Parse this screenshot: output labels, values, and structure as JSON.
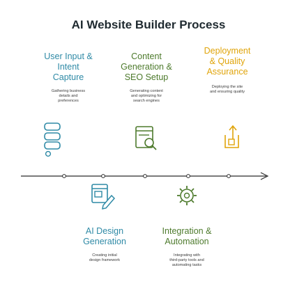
{
  "title": {
    "part1": "AI Websi",
    "part2": "te Builder Process"
  },
  "steps_top": [
    {
      "head": [
        "User Input &",
        "Intent",
        "Capture"
      ],
      "desc": [
        "Gathering business",
        "details and",
        "preferences"
      ],
      "icon": "form-fields-icon",
      "color": "#2f8aa6"
    },
    {
      "head": [
        "Content",
        "Generation &",
        "SEO Setup"
      ],
      "desc": [
        "Generating content",
        "and optimizing for",
        "search engines"
      ],
      "icon": "document-search-icon",
      "color": "#4d7a2c"
    },
    {
      "head": [
        "Deployment",
        "& Quality",
        "Assurance"
      ],
      "desc": [
        "Deploying the site",
        "and ensuring quality"
      ],
      "icon": "upload-document-icon",
      "color": "#e0a40a"
    }
  ],
  "steps_bottom": [
    {
      "head": [
        "AI Design",
        "Generation"
      ],
      "desc": [
        "Creating initial",
        "design framework"
      ],
      "icon": "design-pencil-icon",
      "color": "#2f8aa6"
    },
    {
      "head": [
        "Integration &",
        "Automation"
      ],
      "desc": [
        "Integrating with",
        "third-party tools and",
        "automating tasks"
      ],
      "icon": "gear-cycle-icon",
      "color": "#4d7a2c"
    }
  ],
  "colors": {
    "blue": "#2f8aa6",
    "green": "#4d7a2c",
    "orange": "#e0a40a",
    "timeline": "#2b2b2b"
  }
}
